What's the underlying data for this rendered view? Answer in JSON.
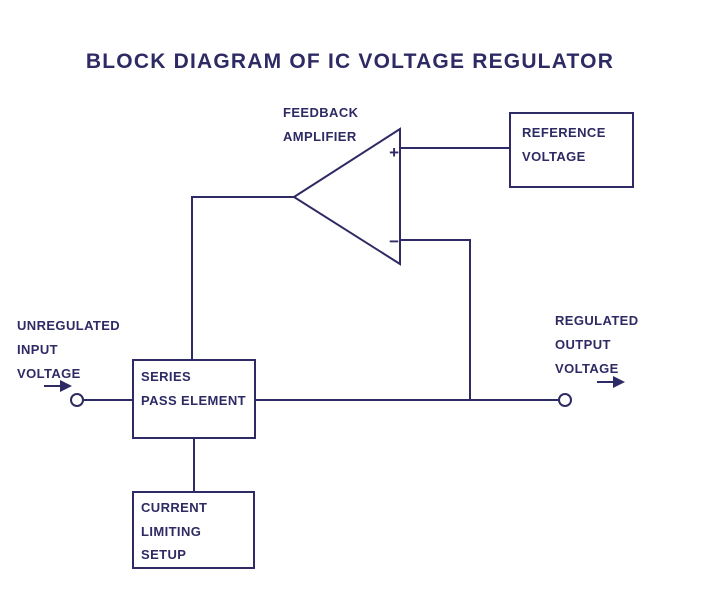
{
  "diagram": {
    "title": "BLOCK DIAGRAM OF IC VOLTAGE REGULATOR",
    "feedback_amplifier": {
      "line1": "FEEDBACK",
      "line2": "AMPLIFIER"
    },
    "opamp": {
      "plus": "+",
      "minus": "−"
    },
    "reference_voltage": {
      "line1": "REFERENCE",
      "line2": "VOLTAGE"
    },
    "series_pass": {
      "line1": "SERIES",
      "line2": "PASS ELEMENT"
    },
    "current_limiting": {
      "line1": "CURRENT",
      "line2": "LIMITING",
      "line3": "SETUP"
    },
    "input_label": {
      "line1": "UNREGULATED",
      "line2": "INPUT",
      "line3": "VOLTAGE"
    },
    "output_label": {
      "line1": "REGULATED",
      "line2": "OUTPUT",
      "line3": "VOLTAGE"
    },
    "colors": {
      "ink": "#2e2a63",
      "background": "#ffffff"
    }
  }
}
